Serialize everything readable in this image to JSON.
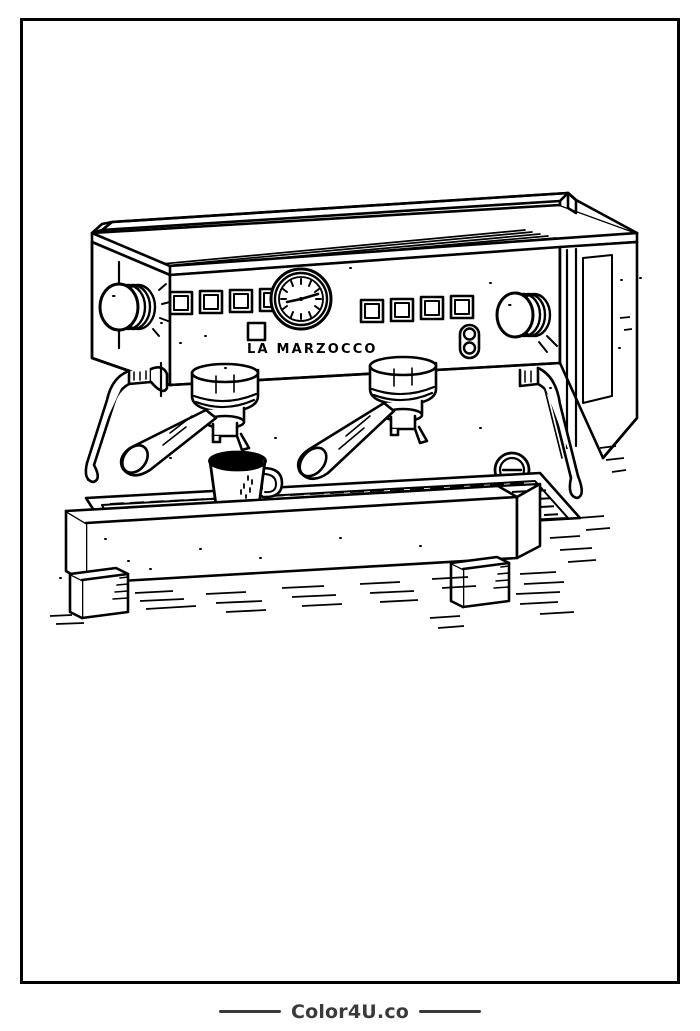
{
  "page": {
    "title": "La Marzocco Espresso Machine Coloring Page",
    "background_color": "#ffffff",
    "line_color": "#000000",
    "border_color": "#000000"
  },
  "artwork": {
    "subject": "espresso-machine",
    "style": "black-and-white-line-art",
    "brand_label": "LA MARZOCCO",
    "parts": {
      "cup_warming_tray": "cup-warming-tray",
      "control_panel": "control-panel",
      "pressure_gauge": "pressure-gauge",
      "left_steam_knob": "left-steam-knob",
      "right_steam_knob": "right-steam-knob",
      "left_button_group": "left-button-group",
      "right_button_group": "right-button-group",
      "single_small_button": "small-square-button",
      "indicator_lights": "indicator-lights",
      "left_group_head": "left-group-head",
      "right_group_head": "right-group-head",
      "left_portafilter": "left-portafilter-handle",
      "right_portafilter": "right-portafilter-handle",
      "left_steam_wand": "left-steam-wand",
      "right_steam_wand": "right-steam-wand",
      "coffee_cup": "coffee-cup",
      "drip_tray": "drip-tray-grate",
      "base": "machine-base",
      "legs": "machine-legs",
      "valve_cap": "valve-cap",
      "side_panel": "right-side-panel"
    },
    "button_counts": {
      "left_buttons": 4,
      "right_buttons": 4,
      "indicator_lights": 2
    }
  },
  "footer": {
    "watermark": "Color4U.co",
    "rule_color": "#3a3a3a"
  }
}
